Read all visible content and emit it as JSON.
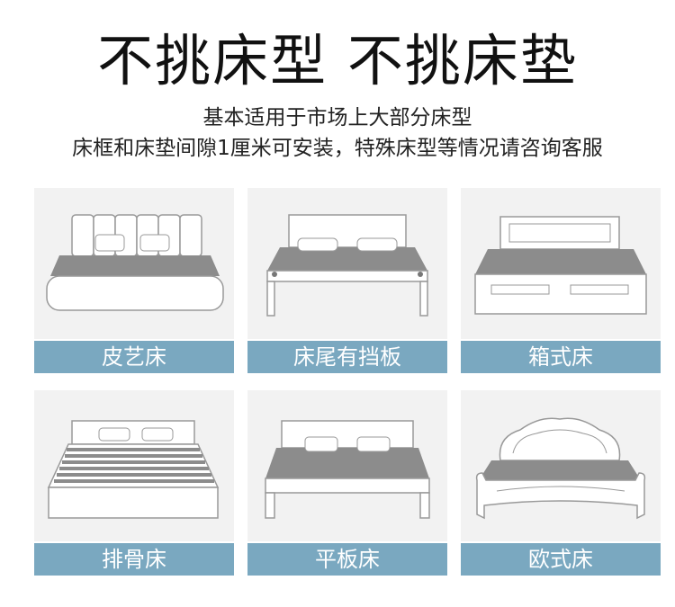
{
  "header": {
    "title": "不挑床型 不挑床垫",
    "subtitle_line1": "基本适用于市场上大部分床型",
    "subtitle_line2": "床框和床垫间隙1厘米可安装，特殊床型等情况请咨询客服"
  },
  "bed_types": [
    {
      "label": "皮艺床",
      "icon": "leather-bed-icon"
    },
    {
      "label": "床尾有挡板",
      "icon": "footboard-bed-icon"
    },
    {
      "label": "箱式床",
      "icon": "box-bed-icon"
    },
    {
      "label": "排骨床",
      "icon": "slatted-bed-icon"
    },
    {
      "label": "平板床",
      "icon": "platform-bed-icon"
    },
    {
      "label": "欧式床",
      "icon": "european-bed-icon"
    }
  ],
  "colors": {
    "label_bg": "#7aa8c0",
    "card_bg": "#f2f2f2",
    "mattress": "#8c8c8c",
    "line": "#9a9a9a"
  }
}
